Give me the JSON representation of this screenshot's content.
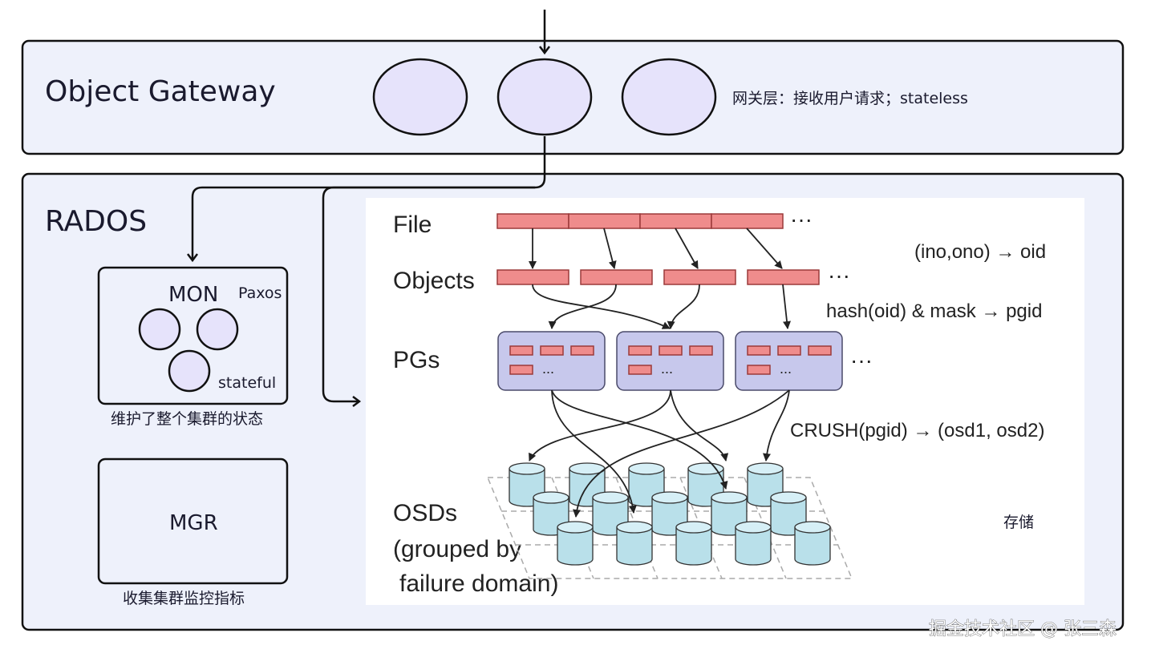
{
  "gateway": {
    "title": "Object Gateway",
    "note": "网关层：接收用户请求；stateless"
  },
  "rados": {
    "title": "RADOS",
    "mon": {
      "title": "MON",
      "paxos": "Paxos",
      "stateful": "stateful",
      "caption": "维护了整个集群的状态"
    },
    "mgr": {
      "title": "MGR",
      "caption": "收集集群监控指标"
    }
  },
  "figure": {
    "file_label": "File",
    "objects_label": "Objects",
    "pgs_label": "PGs",
    "osds_label_1": "OSDs",
    "osds_label_2": "(grouped by",
    "osds_label_3": "failure domain)",
    "ellipsis": "···",
    "pg_ellipsis": "...",
    "oid_rule": "(ino,ono) → oid",
    "pgid_rule": "hash(oid) & mask → pgid",
    "crush_rule": "CRUSH(pgid) → (osd1, osd2)",
    "storage_note": "存储"
  },
  "watermark": "掘金技术社区 @ 张三森",
  "colors": {
    "panel_bg": "#eef1fb",
    "node_fill": "#e6e3fb",
    "bar_fill": "#ef8c8c",
    "pg_fill": "#c7c8ec",
    "osd_fill": "#b9e0ea"
  }
}
